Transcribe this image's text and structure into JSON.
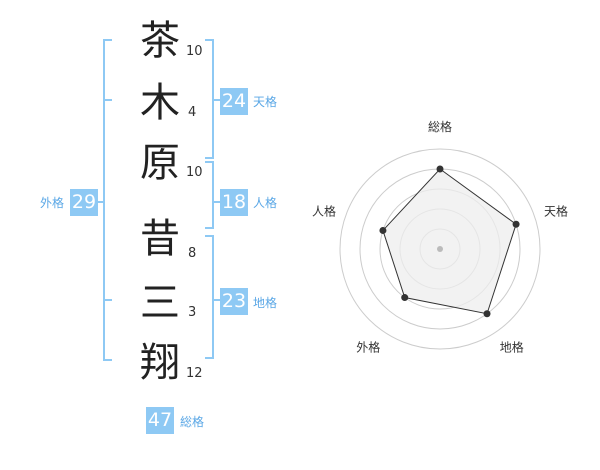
{
  "name": {
    "characters": [
      {
        "char": "茶",
        "strokes": "10"
      },
      {
        "char": "木",
        "strokes": "4"
      },
      {
        "char": "原",
        "strokes": "10"
      },
      {
        "char": "昔",
        "strokes": "8"
      },
      {
        "char": "三",
        "strokes": "3"
      },
      {
        "char": "翔",
        "strokes": "12"
      }
    ]
  },
  "kaku": {
    "tenkaku": {
      "value": "24",
      "label": "天格"
    },
    "jinkaku": {
      "value": "18",
      "label": "人格"
    },
    "chikaku": {
      "value": "23",
      "label": "地格"
    },
    "gaikaku": {
      "value": "29",
      "label": "外格"
    },
    "soukaku": {
      "value": "47",
      "label": "総格"
    }
  },
  "chart_data": {
    "type": "radar",
    "axes": [
      "総格",
      "天格",
      "地格",
      "外格",
      "人格"
    ],
    "values": [
      4,
      4,
      4,
      3,
      3
    ],
    "max": 5,
    "rings": 4
  },
  "colors": {
    "bracket": "#8ec9f4",
    "badge": "#8ec9f4",
    "label": "#5aa7e6",
    "radar_fill": "#eeeeee",
    "radar_line": "#333333",
    "ring": "#cccccc"
  }
}
